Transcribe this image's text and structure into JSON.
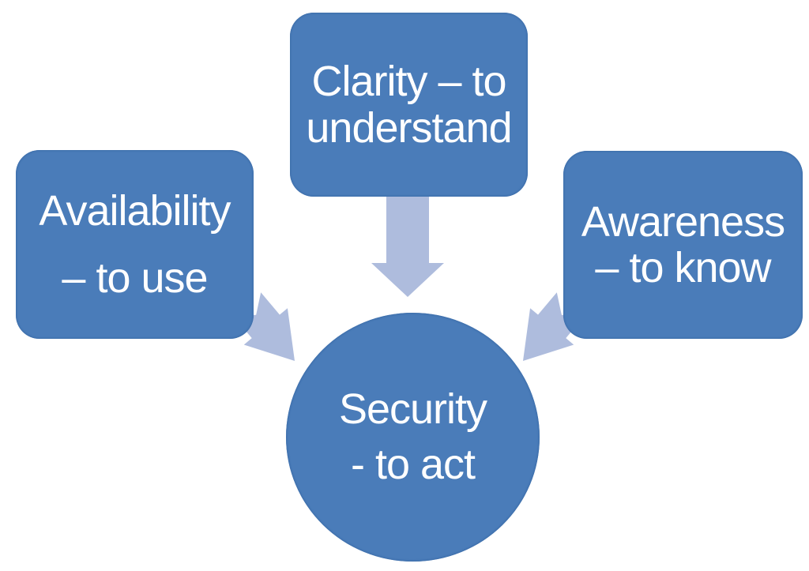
{
  "diagram": {
    "type": "converging-radial",
    "nodes": {
      "clarity": {
        "line1": "Clarity – to",
        "line2": "understand"
      },
      "availability": {
        "line1": "Availability",
        "line2": "– to use"
      },
      "awareness": {
        "line1": "Awareness",
        "line2": "– to know"
      },
      "security": {
        "line1": "Security",
        "line2": "- to act"
      }
    },
    "arrows": [
      {
        "name": "clarity-to-security-arrow",
        "from": "clarity",
        "to": "security",
        "direction": "down"
      },
      {
        "name": "availability-to-security-arrow",
        "from": "availability",
        "to": "security",
        "direction": "down-right"
      },
      {
        "name": "awareness-to-security-arrow",
        "from": "awareness",
        "to": "security",
        "direction": "down-left"
      }
    ],
    "colors": {
      "background": "#ffffff",
      "node_fill": "#4a7cb9",
      "node_edge": "#3c6da9",
      "arrow_fill": "#aebcdd",
      "text": "#ffffff"
    }
  }
}
